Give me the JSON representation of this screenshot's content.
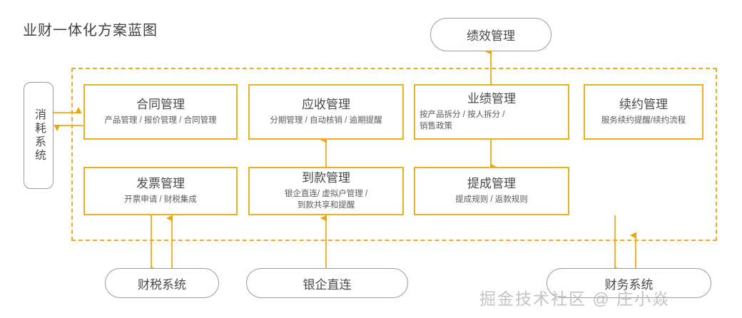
{
  "page": {
    "title": "业财一体化方案蓝图",
    "watermark": "掘金技术社区 @ 庄小焱",
    "accent_color": "#E8B023",
    "box_border_color": "#E8B023",
    "pill_border_color": "#9b9b9b",
    "text_color": "#4a4a4a",
    "background": "#ffffff"
  },
  "external_systems": {
    "left": {
      "label": "消耗系统"
    },
    "top": {
      "label": "绩效管理"
    },
    "bottom": [
      {
        "label": "财税系统"
      },
      {
        "label": "银企直连"
      },
      {
        "label": "财务系统"
      }
    ]
  },
  "modules": {
    "row1": [
      {
        "title": "合同管理",
        "sub": "产品管理 / 报价管理 / 合同管理"
      },
      {
        "title": "应收管理",
        "sub": "分期管理 / 自动核销 / 逾期提醒"
      },
      {
        "title": "业绩管理",
        "sub_line1": "按产品拆分 / 按人拆分 /",
        "sub_line2": "销售政策"
      },
      {
        "title": "续约管理",
        "sub": "服务续约提醒/续约流程"
      }
    ],
    "row2": [
      {
        "title": "发票管理",
        "sub": "开票申请 / 财税集成"
      },
      {
        "title": "到款管理",
        "sub_line1": "银企直连/ 虚拟户管理 /",
        "sub_line2": "到款共享和提醒"
      },
      {
        "title": "提成管理",
        "sub": "提成规则 / 返款规则"
      }
    ]
  },
  "connections": [
    {
      "from": "消耗系统",
      "to": "合同管理",
      "direction": "right"
    },
    {
      "from": "合同管理",
      "to": "消耗系统",
      "direction": "left"
    },
    {
      "from": "到款管理",
      "to": "应收管理",
      "direction": "up"
    },
    {
      "from": "业绩管理",
      "to": "绩效管理",
      "direction": "up"
    },
    {
      "from": "业绩管理",
      "to": "提成管理",
      "direction": "down"
    },
    {
      "from": "发票管理",
      "to": "财税系统",
      "direction": "down"
    },
    {
      "from": "财税系统",
      "to": "发票管理",
      "direction": "up"
    },
    {
      "from": "银企直连",
      "to": "到款管理",
      "direction": "up"
    },
    {
      "from": "提成管理",
      "to": "财务系统",
      "direction": "down"
    },
    {
      "from": "财务系统",
      "to": "提成管理",
      "direction": "up"
    }
  ]
}
